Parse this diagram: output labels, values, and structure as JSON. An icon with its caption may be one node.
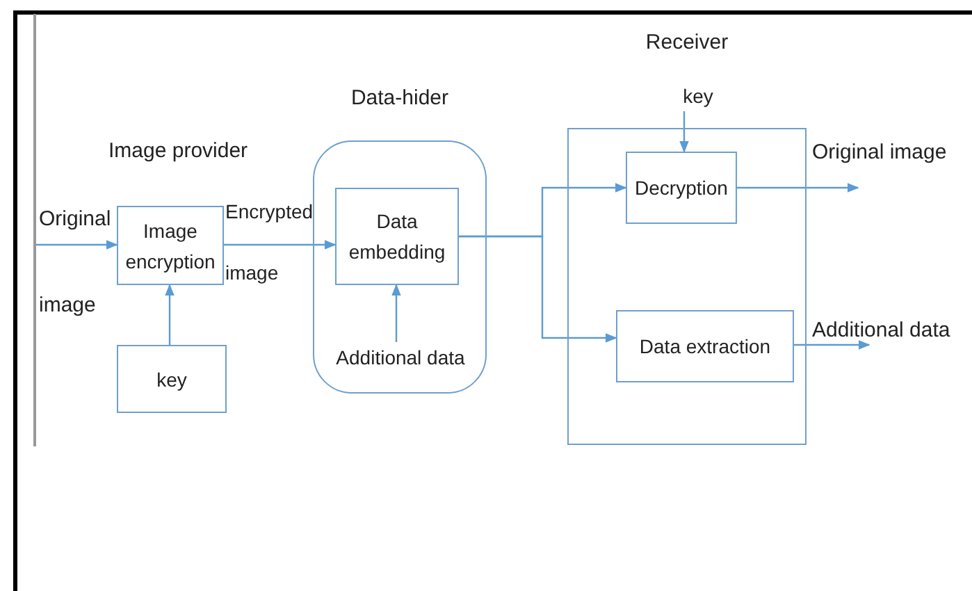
{
  "diagram": {
    "nodes": [
      {
        "text": [
          "Image encryption"
        ],
        "beside": [
          "Image provider"
        ]
      },
      {
        "text": [
          "key"
        ]
      },
      {
        "text": [
          "Data-hider"
        ]
      },
      {
        "text": [
          "Data embedding"
        ],
        "in": 2
      },
      {
        "text": [
          "Additional data"
        ],
        "in": 2
      },
      {
        "text": [
          "Receiver"
        ]
      },
      {
        "text": [
          "key"
        ]
      },
      {
        "text": [
          "Decryption"
        ],
        "in": 5
      },
      {
        "text": [
          "Data extraction"
        ],
        "in": 5
      }
    ],
    "edges": [
      {
        "from": null,
        "to": 0,
        "arrow": "to",
        "label": "Original image"
      },
      {
        "from": 1,
        "to": 0,
        "arrow": "to"
      },
      {
        "from": 0,
        "to": 3,
        "arrow": "to",
        "label": "Encrypted image"
      },
      {
        "from": 4,
        "to": 3,
        "arrow": "to"
      },
      {
        "from": 3,
        "to": 7,
        "arrow": "to"
      },
      {
        "from": 3,
        "to": 8,
        "arrow": "to"
      },
      {
        "from": 6,
        "to": 7,
        "arrow": "to"
      },
      {
        "from": 7,
        "to": null,
        "arrow": "to",
        "label": "Original image"
      },
      {
        "from": 8,
        "to": null,
        "arrow": "to",
        "label": "Additional data"
      }
    ]
  }
}
